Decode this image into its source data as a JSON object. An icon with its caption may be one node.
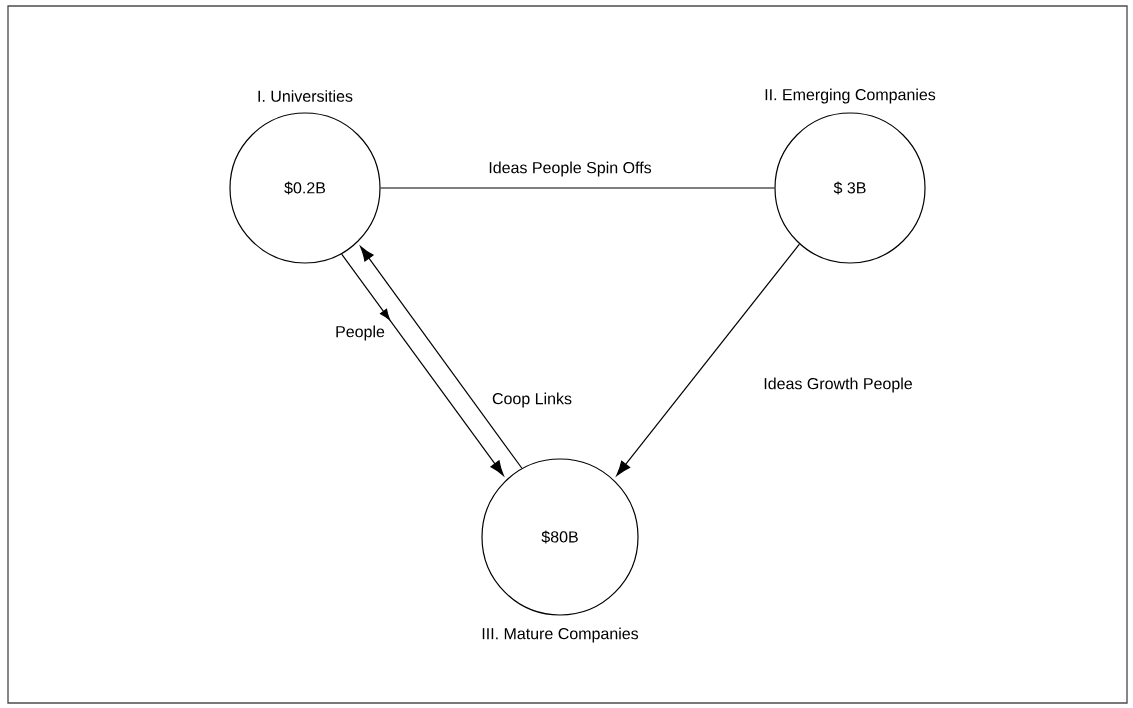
{
  "diagram": {
    "nodes": [
      {
        "text": [
          "I. Universities",
          "$0.2B"
        ]
      },
      {
        "text": [
          "II. Emerging Companies",
          "$ 3B"
        ]
      },
      {
        "text": [
          "$80B",
          "III. Mature Companies"
        ]
      }
    ],
    "edges": [
      {
        "from": 0,
        "to": 1,
        "arrow": "none",
        "label": "Ideas People Spin Offs"
      },
      {
        "from": 0,
        "to": 2,
        "arrow": "to",
        "label": "People"
      },
      {
        "from": 2,
        "to": 0,
        "arrow": "to",
        "label": "Coop Links"
      },
      {
        "from": 1,
        "to": 2,
        "arrow": "to",
        "label": "Ideas Growth People"
      }
    ]
  }
}
